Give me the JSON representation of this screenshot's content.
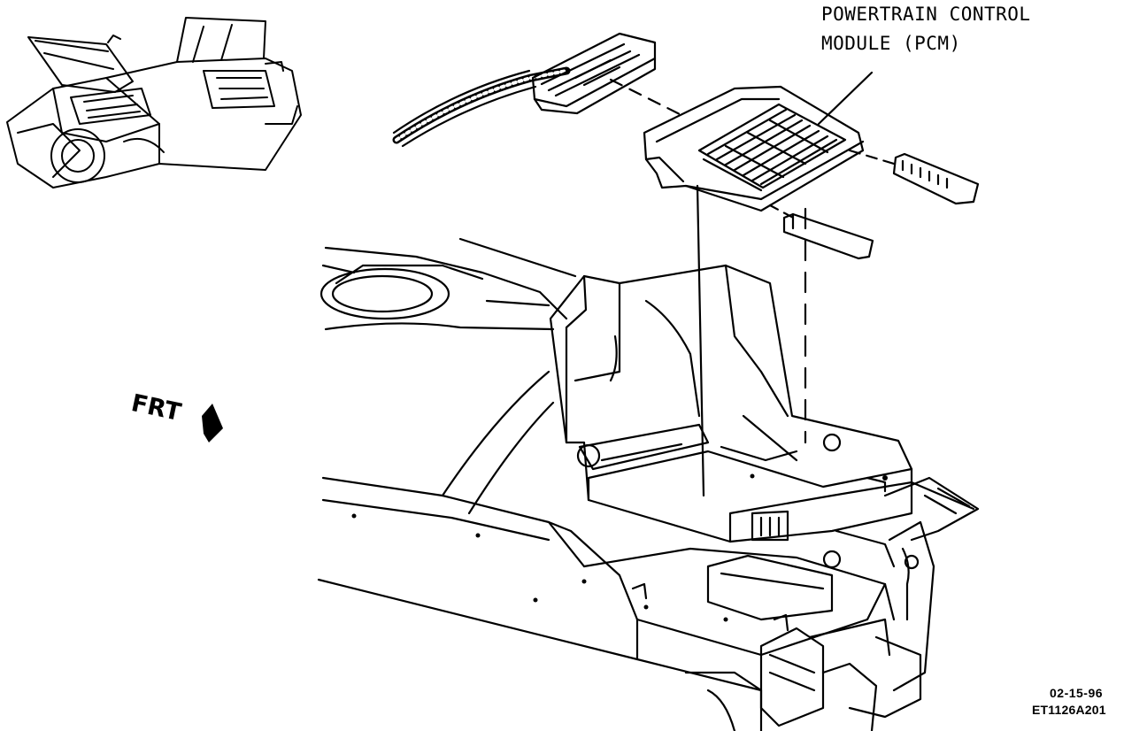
{
  "callout": {
    "line1": "POWERTRAIN CONTROL",
    "line2": "MODULE (PCM)"
  },
  "orientation": {
    "front_label": "FRT"
  },
  "footer": {
    "date_code": "02-15-96",
    "figure_id": "ET1126A201"
  },
  "colors": {
    "ink": "#000000",
    "paper": "#ffffff"
  }
}
